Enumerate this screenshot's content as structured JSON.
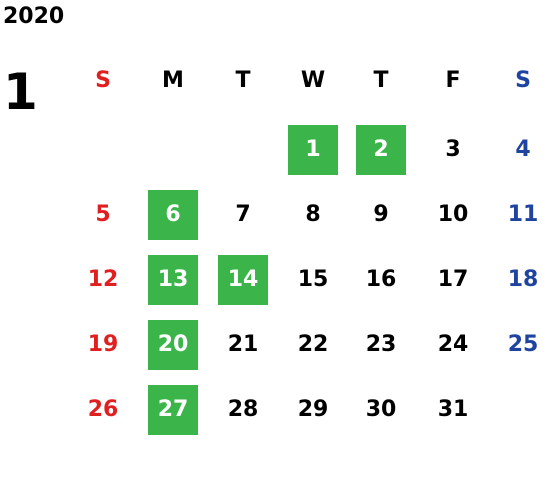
{
  "calendar": {
    "year": "2020",
    "month": "1",
    "weekday_headers": [
      "S",
      "M",
      "T",
      "W",
      "T",
      "F",
      "S"
    ],
    "colors": {
      "sunday": "#e02020",
      "saturday": "#1f44a0",
      "weekday": "#000000",
      "highlight_bg": "#3bb54a",
      "highlight_text": "#ffffff"
    },
    "first_weekday_index": 3,
    "days_in_month": 31,
    "highlighted_days": [
      1,
      2,
      6,
      13,
      14,
      20,
      27
    ]
  }
}
